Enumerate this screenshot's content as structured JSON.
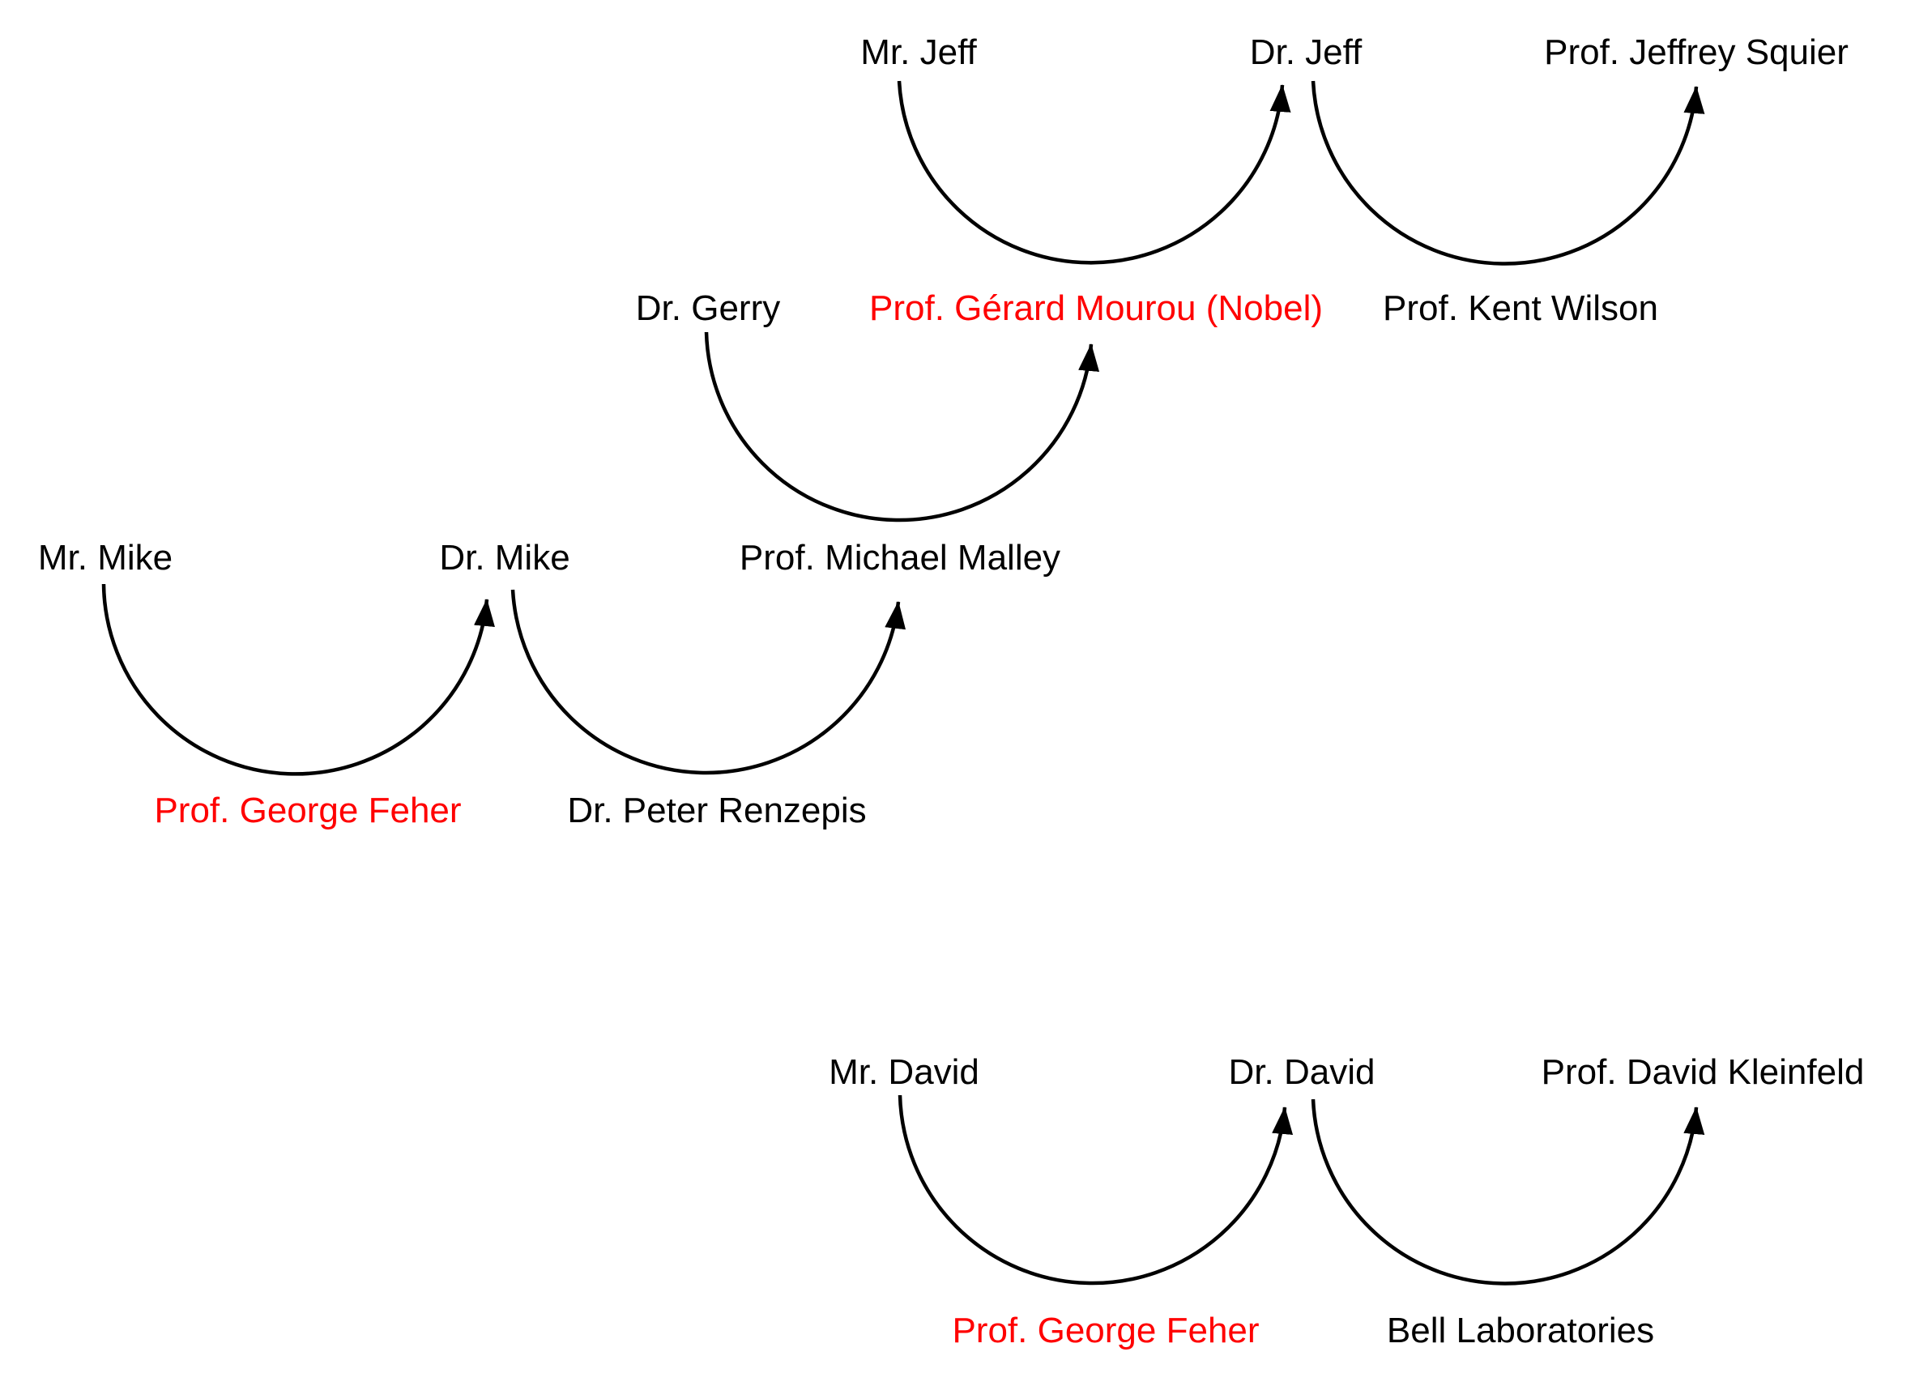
{
  "diagram": {
    "type": "mentorship-lineage-diagram",
    "colors": {
      "highlight": "#FF0000",
      "text": "#000000",
      "background": "#FFFFFF",
      "arc_stroke": "#000000"
    },
    "nodes": [
      {
        "id": "mr-jeff",
        "text": "Mr. Jeff",
        "highlighted": false
      },
      {
        "id": "dr-jeff",
        "text": "Dr. Jeff",
        "highlighted": false
      },
      {
        "id": "prof-jeffrey-squier",
        "text": "Prof. Jeffrey Squier",
        "highlighted": false
      },
      {
        "id": "dr-gerry",
        "text": "Dr. Gerry",
        "highlighted": false
      },
      {
        "id": "prof-gerard-mourou",
        "text": "Prof. Gérard Mourou (Nobel)",
        "highlighted": true
      },
      {
        "id": "prof-kent-wilson",
        "text": "Prof. Kent Wilson",
        "highlighted": false
      },
      {
        "id": "mr-mike",
        "text": "Mr. Mike",
        "highlighted": false
      },
      {
        "id": "dr-mike",
        "text": "Dr. Mike",
        "highlighted": false
      },
      {
        "id": "prof-michael-malley",
        "text": "Prof. Michael Malley",
        "highlighted": false
      },
      {
        "id": "prof-george-feher-1",
        "text": "Prof. George Feher",
        "highlighted": true
      },
      {
        "id": "dr-peter-renzepis",
        "text": "Dr. Peter Renzepis",
        "highlighted": false
      },
      {
        "id": "mr-david",
        "text": "Mr. David",
        "highlighted": false
      },
      {
        "id": "dr-david",
        "text": "Dr. David",
        "highlighted": false
      },
      {
        "id": "prof-david-kleinfeld",
        "text": "Prof. David Kleinfeld",
        "highlighted": false
      },
      {
        "id": "prof-george-feher-2",
        "text": "Prof. George Feher",
        "highlighted": true
      },
      {
        "id": "bell-laboratories",
        "text": "Bell Laboratories",
        "highlighted": false
      }
    ],
    "edges": [
      {
        "from": "mr-jeff",
        "to": "dr-jeff"
      },
      {
        "from": "dr-jeff",
        "to": "prof-jeffrey-squier"
      },
      {
        "from": "dr-gerry",
        "to": "prof-gerard-mourou"
      },
      {
        "from": "mr-mike",
        "to": "dr-mike"
      },
      {
        "from": "dr-mike",
        "to": "prof-michael-malley"
      },
      {
        "from": "mr-david",
        "to": "dr-david"
      },
      {
        "from": "dr-david",
        "to": "prof-david-kleinfeld"
      }
    ]
  }
}
